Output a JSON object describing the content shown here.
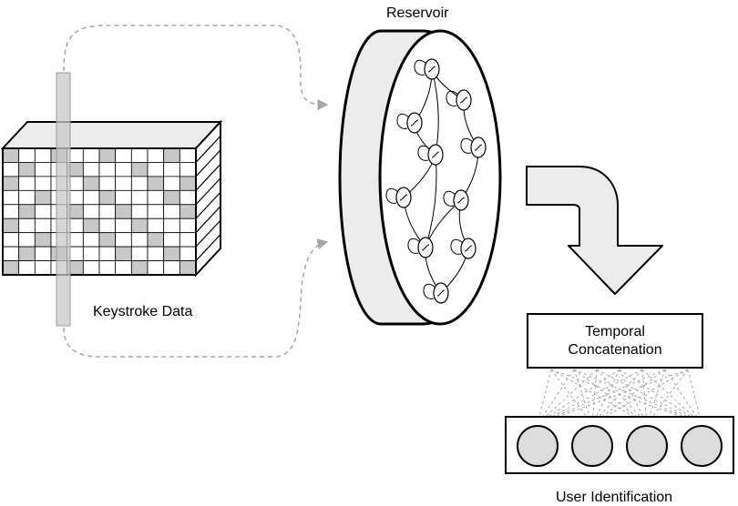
{
  "labels": {
    "reservoir": "Reservoir",
    "keystroke_data": "Keystroke Data",
    "temporal_line1": "Temporal",
    "temporal_line2": "Concatenation",
    "user_identification": "User Identification"
  },
  "colors": {
    "stroke": "#000000",
    "grid_gray": "#c8c8c8",
    "panel_gray": "#ececec",
    "dashed_gray": "#a6a6a6",
    "node_fill": "#dcdcdc"
  },
  "keystroke_grid": {
    "rows": 9,
    "cols": 12,
    "gray_cells": [
      [
        0,
        0
      ],
      [
        0,
        3
      ],
      [
        0,
        6
      ],
      [
        0,
        10
      ],
      [
        1,
        1
      ],
      [
        1,
        4
      ],
      [
        1,
        8
      ],
      [
        2,
        0
      ],
      [
        2,
        5
      ],
      [
        2,
        9
      ],
      [
        2,
        11
      ],
      [
        3,
        2
      ],
      [
        3,
        6
      ],
      [
        3,
        10
      ],
      [
        4,
        1
      ],
      [
        4,
        4
      ],
      [
        4,
        7
      ],
      [
        4,
        11
      ],
      [
        5,
        0
      ],
      [
        5,
        5
      ],
      [
        5,
        8
      ],
      [
        6,
        2
      ],
      [
        6,
        6
      ],
      [
        6,
        9
      ],
      [
        7,
        1
      ],
      [
        7,
        3
      ],
      [
        7,
        7
      ],
      [
        7,
        10
      ],
      [
        8,
        0
      ],
      [
        8,
        4
      ],
      [
        8,
        8
      ],
      [
        8,
        11
      ]
    ]
  },
  "output_nodes": 4
}
